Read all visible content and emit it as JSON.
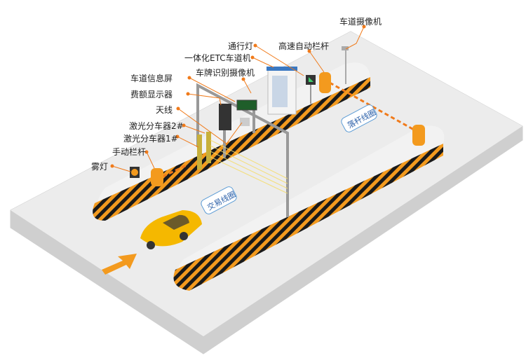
{
  "labels": {
    "lane_camera": "车道摄像机",
    "pass_light": "通行灯",
    "auto_barrier": "高速自动栏杆",
    "etc_lane_machine": "一体化ETC车道机",
    "plate_camera": "车牌识别摄像机",
    "lane_info_screen": "车道信息屏",
    "fee_display": "费额显示器",
    "antenna": "天线",
    "laser_separator_2": "激光分车器2#",
    "laser_separator_1": "激光分车器1#",
    "manual_barrier": "手动栏杆",
    "fog_light": "雾灯"
  },
  "coils": {
    "trade_coil": "交易线圈",
    "drop_coil": "落杆线圈"
  },
  "colors": {
    "accent": "#f07a1a",
    "ground": "#e4e4e4",
    "stripe": "#1a1a1a",
    "coil": "#2a5fa8"
  }
}
